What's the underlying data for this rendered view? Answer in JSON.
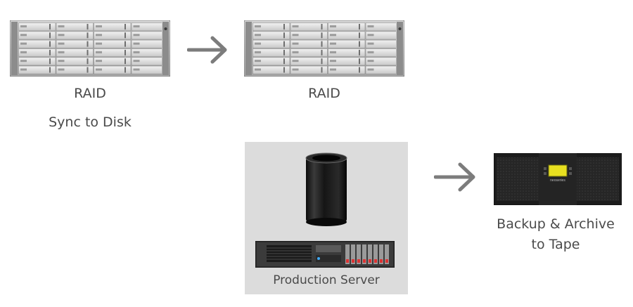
{
  "diagram": {
    "raid_left_label": "RAID",
    "raid_left_sublabel": "Sync to Disk",
    "raid_right_label": "RAID",
    "production_label": "Production Server",
    "tape_label_line1": "Backup & Archive",
    "tape_label_line2": "to Tape",
    "tape_brand_text": "neoseries"
  },
  "colors": {
    "arrow": "#7c7c7c",
    "label_text": "#4a4a4a",
    "production_background": "#dcdcdc",
    "tape_display": "#e8e020"
  },
  "icons": [
    "raid-enclosure-icon",
    "arrow-right-icon",
    "mac-pro-icon",
    "rack-server-icon",
    "tape-library-icon"
  ]
}
